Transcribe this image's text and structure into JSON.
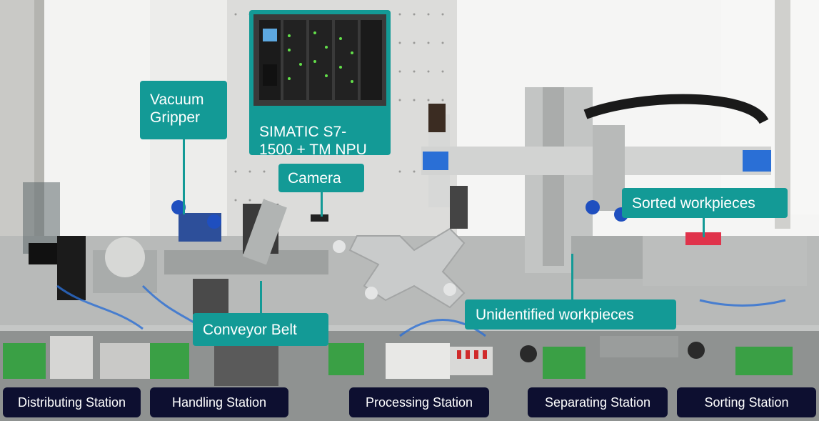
{
  "callouts": {
    "vacuum_gripper": "Vacuum\nGripper",
    "vacuum_gripper_line1": "Vacuum",
    "vacuum_gripper_line2": "Gripper",
    "plc_line1": "SIMATIC S7-",
    "plc_line2": "1500 + TM NPU",
    "camera": "Camera",
    "conveyor_belt": "Conveyor Belt",
    "sorted_workpieces": "Sorted workpieces",
    "unidentified_workpieces": "Unidentified workpieces"
  },
  "stations": [
    "Distributing Station",
    "Handling Station",
    "Processing Station",
    "Separating Station",
    "Sorting Station"
  ],
  "colors": {
    "callout": "#139a96",
    "station_label": "#0d0f30",
    "label_text": "#ffffff"
  }
}
